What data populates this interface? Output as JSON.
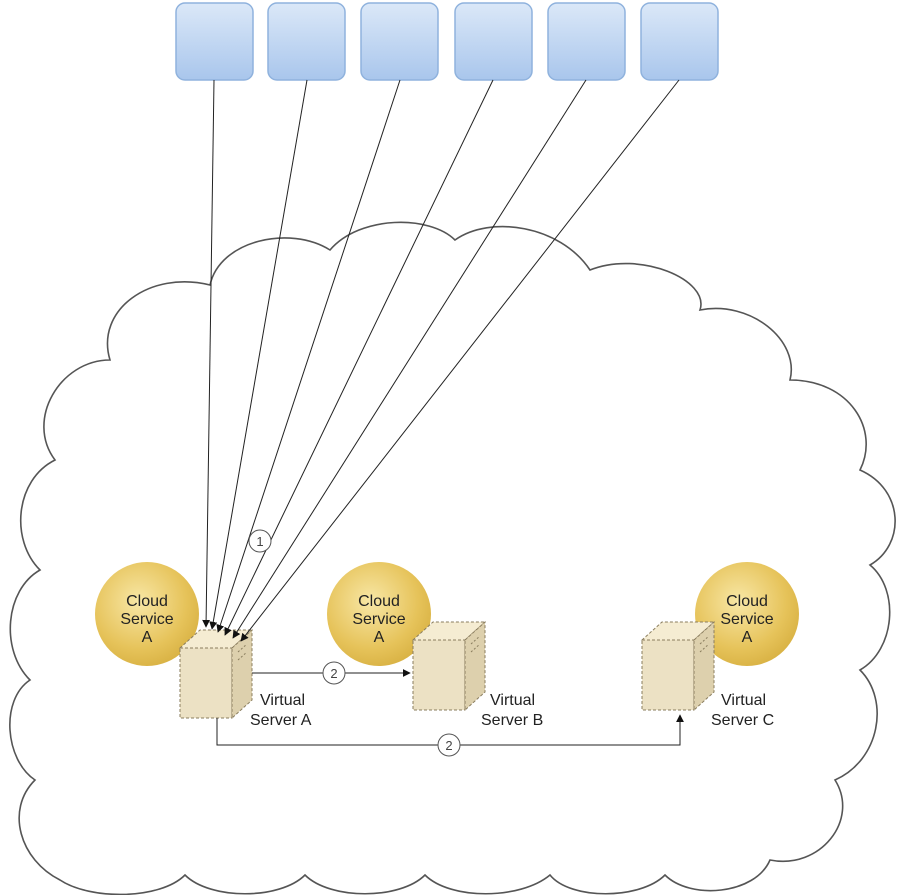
{
  "consumers": [
    {
      "id": "consumer-1"
    },
    {
      "id": "consumer-2"
    },
    {
      "id": "consumer-3"
    },
    {
      "id": "consumer-4"
    },
    {
      "id": "consumer-5"
    },
    {
      "id": "consumer-6"
    }
  ],
  "services": [
    {
      "line1": "Cloud",
      "line2": "Service",
      "line3": "A"
    },
    {
      "line1": "Cloud",
      "line2": "Service",
      "line3": "A"
    },
    {
      "line1": "Cloud",
      "line2": "Service",
      "line3": "A"
    }
  ],
  "servers": [
    {
      "line1": "Virtual",
      "line2": "Server A"
    },
    {
      "line1": "Virtual",
      "line2": "Server B"
    },
    {
      "line1": "Virtual",
      "line2": "Server C"
    }
  ],
  "steps": {
    "requests": "1",
    "replicate_b": "2",
    "replicate_c": "2"
  },
  "colors": {
    "consumer_fill": "#b9d3f2",
    "consumer_stroke": "#8fb2dd",
    "service_fill": "#e7c65a",
    "server_fill": "#ece1c4",
    "cloud_stroke": "#555555"
  }
}
